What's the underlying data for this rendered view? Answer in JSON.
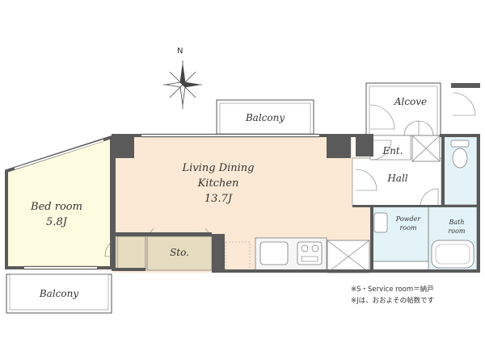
{
  "compass": {
    "north": "N"
  },
  "rooms": {
    "balcony_top": "Balcony",
    "alcove": "Alcove",
    "entrance": "Ent.",
    "hall": "Hall",
    "ldk_line1": "Living Dining",
    "ldk_line2": "Kitchen",
    "ldk_size": "13.7J",
    "bedroom_name": "Bed room",
    "bedroom_size": "5.8J",
    "storage": "Sto.",
    "powder_line1": "Powder",
    "powder_line2": "room",
    "bath_line1": "Bath",
    "bath_line2": "room",
    "balcony_bottom": "Balcony"
  },
  "notes": {
    "line1": "※S・Service room＝納戸",
    "line2": "※Jは、おおよその帖数です"
  },
  "colors": {
    "bedroom_fill": "#fdfbe0",
    "ldk_fill": "#fbe9d6",
    "storage_fill": "#e6dcc0",
    "bath_fill": "#e3f3f8",
    "wall": "#5a5a5a"
  }
}
